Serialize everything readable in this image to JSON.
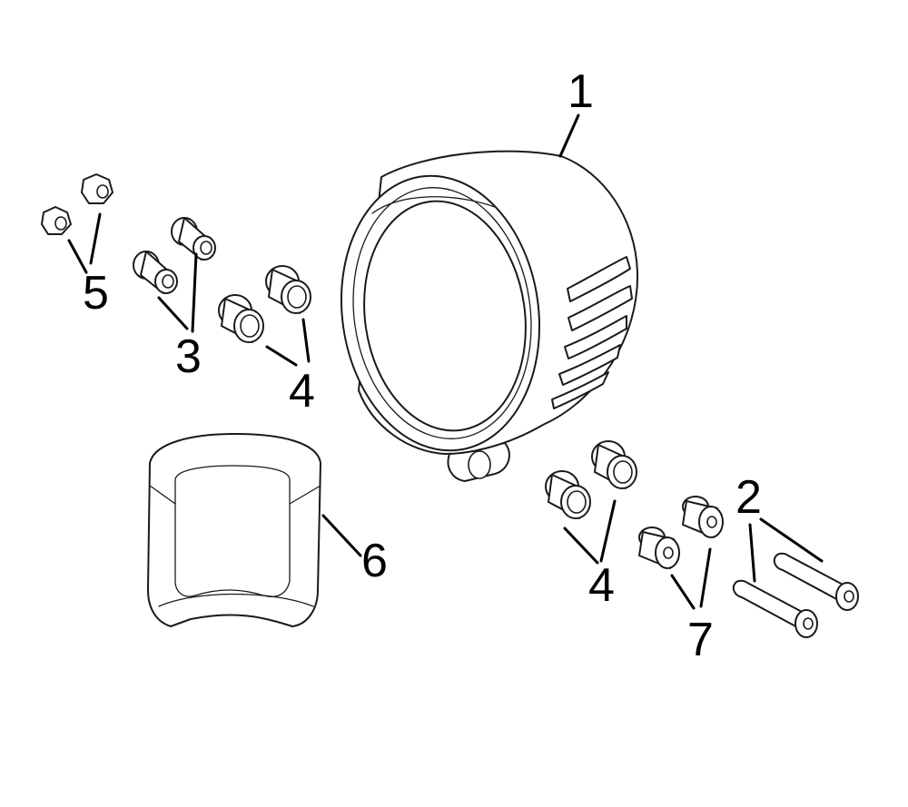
{
  "callouts": {
    "headlight": "1",
    "screws": "2",
    "sleeves_left": "3",
    "bushings_left": "4",
    "bushings_right": "4",
    "nuts": "5",
    "cover": "6",
    "spacers": "7"
  },
  "colors": {
    "line": "#1a1a1a",
    "background": "#ffffff"
  }
}
